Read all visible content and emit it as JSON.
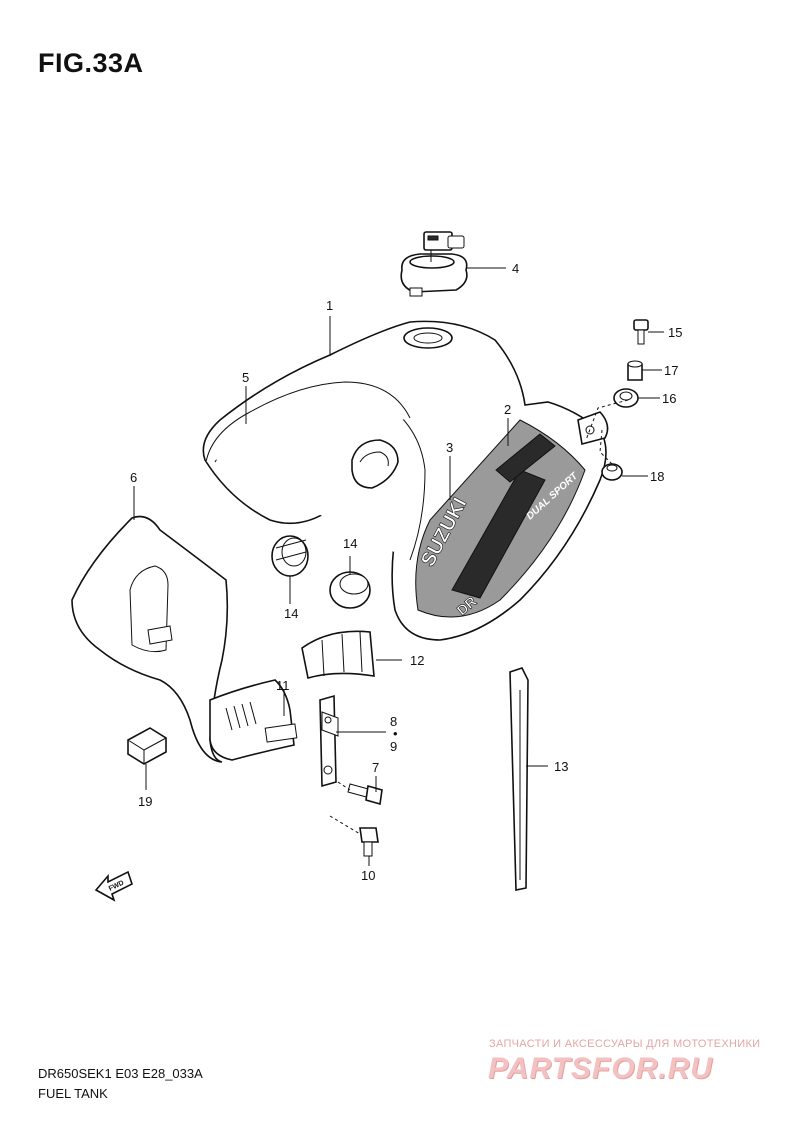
{
  "figure": {
    "title": "FIG.33A"
  },
  "callouts": {
    "c1": "1",
    "c2": "2",
    "c3": "3",
    "c4": "4",
    "c5": "5",
    "c6": "6",
    "c7": "7",
    "c8": "8",
    "c9": "9",
    "c10": "10",
    "c11": "11",
    "c12": "12",
    "c13": "13",
    "c14a": "14",
    "c14b": "14",
    "c15": "15",
    "c16": "16",
    "c17": "17",
    "c18": "18",
    "c19": "19"
  },
  "decals": {
    "brand": "SUZUKI",
    "tagline": "DUAL SPORT",
    "model": "DR"
  },
  "fwd_arrow": {
    "label": "FWD"
  },
  "footer": {
    "code": "DR650SEK1 E03 E28_033A",
    "name": "FUEL TANK"
  },
  "watermark": {
    "caption": "ЗАПЧАСТИ И АКСЕССУАРЫ ДЛЯ МОТОТЕХНИКИ",
    "logo": "PARTSFOR.RU"
  },
  "colors": {
    "line": "#111111",
    "watermark": "#f2c2c2"
  }
}
